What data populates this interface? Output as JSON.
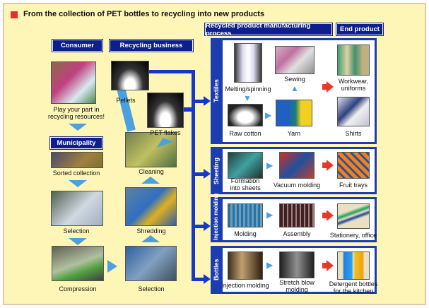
{
  "title": "From the collection of PET bottles to recycling into new products",
  "headers": {
    "manufacturing": "Recycled product manufacturing process",
    "end_product": "End product",
    "consumer": "Consumer",
    "recycling_business": "Recycling business",
    "municipality": "Municipality"
  },
  "consumer": {
    "caption_line1": "Play your part in",
    "caption_line2": "recycling resources!"
  },
  "municipality": {
    "steps": [
      "Sorted collection",
      "Selection",
      "Compression"
    ]
  },
  "recycling_business": {
    "steps": [
      "Selection",
      "Shredding",
      "Cleaning",
      "PET flakes",
      "Pellets"
    ]
  },
  "panels": {
    "textiles": {
      "label": "Textiles",
      "items": [
        "Melting/spinning",
        "Sewing",
        "Workwear,",
        "uniforms",
        "Raw cotton",
        "Yarn",
        "Shirts"
      ]
    },
    "sheeting": {
      "label": "Sheeting",
      "items": [
        "Formation",
        "into sheets",
        "Vacuum molding",
        "Fruit trays"
      ]
    },
    "injection": {
      "label": "Injection molding",
      "items": [
        "Molding",
        "Assembly",
        "Stationery, office"
      ]
    },
    "bottles": {
      "label": "Bottles",
      "items": [
        "Injection molding",
        "Stretch blow",
        "molding",
        "Detergent bottles",
        "for the kitchen"
      ]
    }
  },
  "colors": {
    "background": "#fdf6b6",
    "label_bg": "#0d1f8c",
    "flow_blue": "#1638c8",
    "arrow_light": "#4aa0e0",
    "arrow_red": "#e83828"
  }
}
